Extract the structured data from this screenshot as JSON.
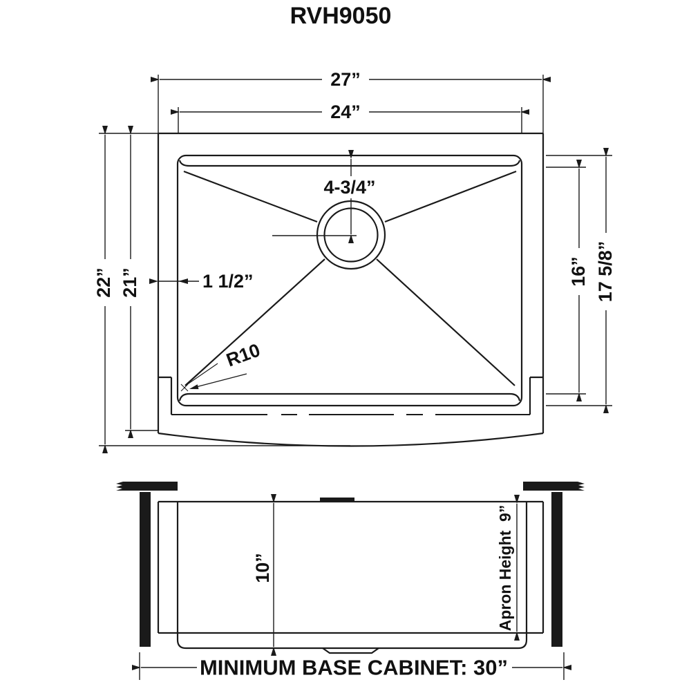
{
  "title": "RVH9050",
  "colors": {
    "ink": "#1a1a1a",
    "background": "#ffffff"
  },
  "top_view": {
    "width_overall": "27”",
    "width_bowl": "24”",
    "depth_overall": "22”",
    "depth_inner": "21”",
    "bowl_bottom_depth": "16”",
    "bowl_top_depth": "17 5/8”",
    "drain_offset": "4-3/4”",
    "rim_width": "1 1/2”",
    "corner_radius": "R10"
  },
  "front_view": {
    "bowl_depth": "10”",
    "apron_height": "Apron Height  9”",
    "base_cabinet": "MINIMUM BASE CABINET: 30”"
  }
}
